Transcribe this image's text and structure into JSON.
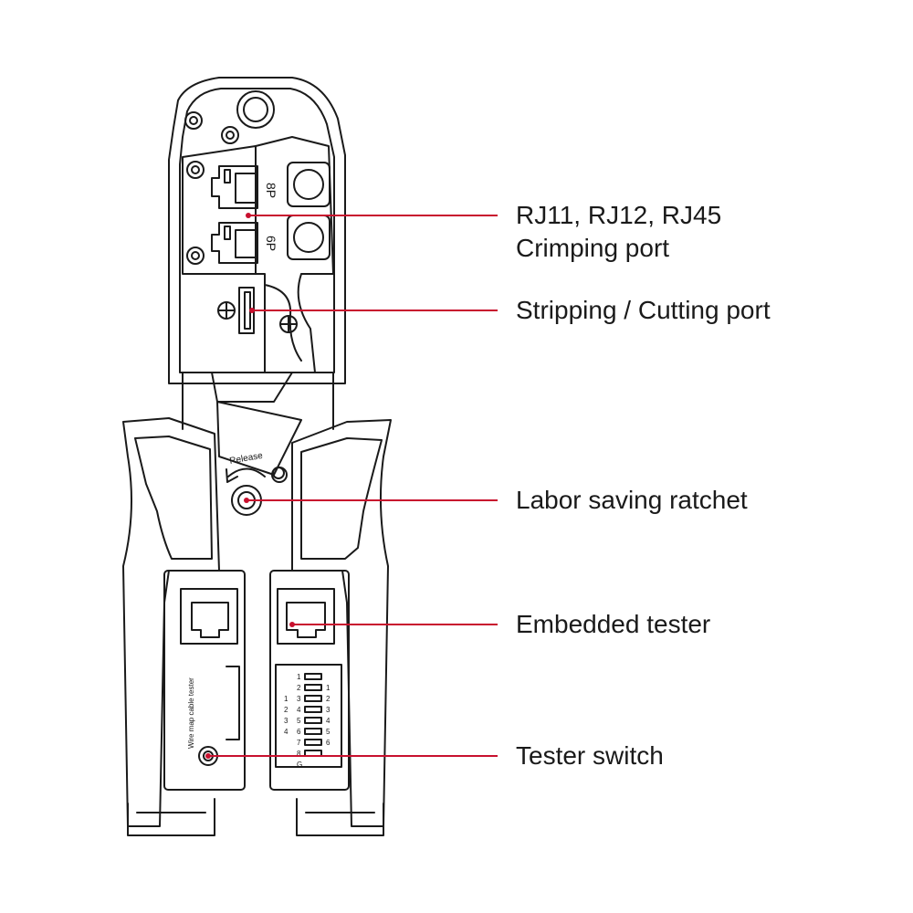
{
  "colors": {
    "leader": "#c8102e",
    "ink": "#1a1a1a",
    "background": "#ffffff"
  },
  "tool": {
    "engravings": {
      "port_8p": "8P",
      "port_6p": "6P",
      "release": "Release",
      "tester_name": "Wire map cable tester",
      "pins_left": [
        "1",
        "2",
        "3",
        "4",
        "5",
        "6",
        "7",
        "8",
        "G"
      ],
      "pairs_mid": [
        "1",
        "2",
        "3",
        "4"
      ],
      "pins_right": [
        "1",
        "2",
        "3",
        "4",
        "5",
        "6"
      ]
    }
  },
  "callouts": [
    {
      "id": "crimping-port",
      "lines": [
        "RJ11, RJ12, RJ45",
        "Crimping port"
      ]
    },
    {
      "id": "stripping-port",
      "lines": [
        "Stripping / Cutting port"
      ]
    },
    {
      "id": "ratchet",
      "lines": [
        "Labor saving ratchet"
      ]
    },
    {
      "id": "tester",
      "lines": [
        "Embedded tester"
      ]
    },
    {
      "id": "tester-switch",
      "lines": [
        "Tester switch"
      ]
    }
  ]
}
